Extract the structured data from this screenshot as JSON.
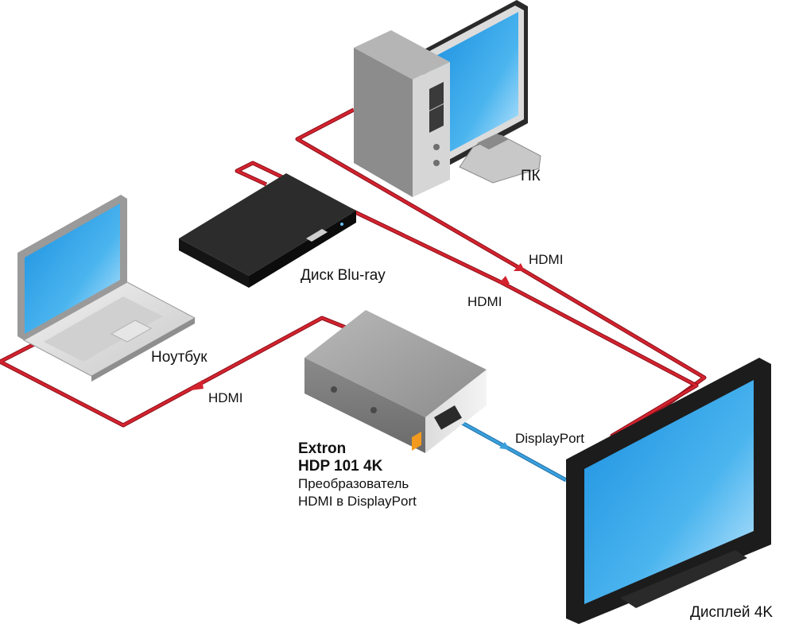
{
  "devices": {
    "pc_label": "ПК",
    "bluray_label": "Диск Blu-ray",
    "laptop_label": "Ноутбук",
    "display_label": "Дисплей 4K",
    "converter": {
      "brand": "Extron",
      "model": "HDP 101 4K",
      "desc_line1": "Преобразователь",
      "desc_line2": "HDMI в DisplayPort"
    }
  },
  "cables": {
    "pc_to_display": "HDMI",
    "bluray_to_display": "HDMI",
    "laptop_to_converter": "HDMI",
    "converter_to_display": "DisplayPort"
  },
  "colors": {
    "hdmi_cable": "#d4232f",
    "displayport_cable": "#3aa0dc",
    "screen": "#4ab4ee"
  }
}
